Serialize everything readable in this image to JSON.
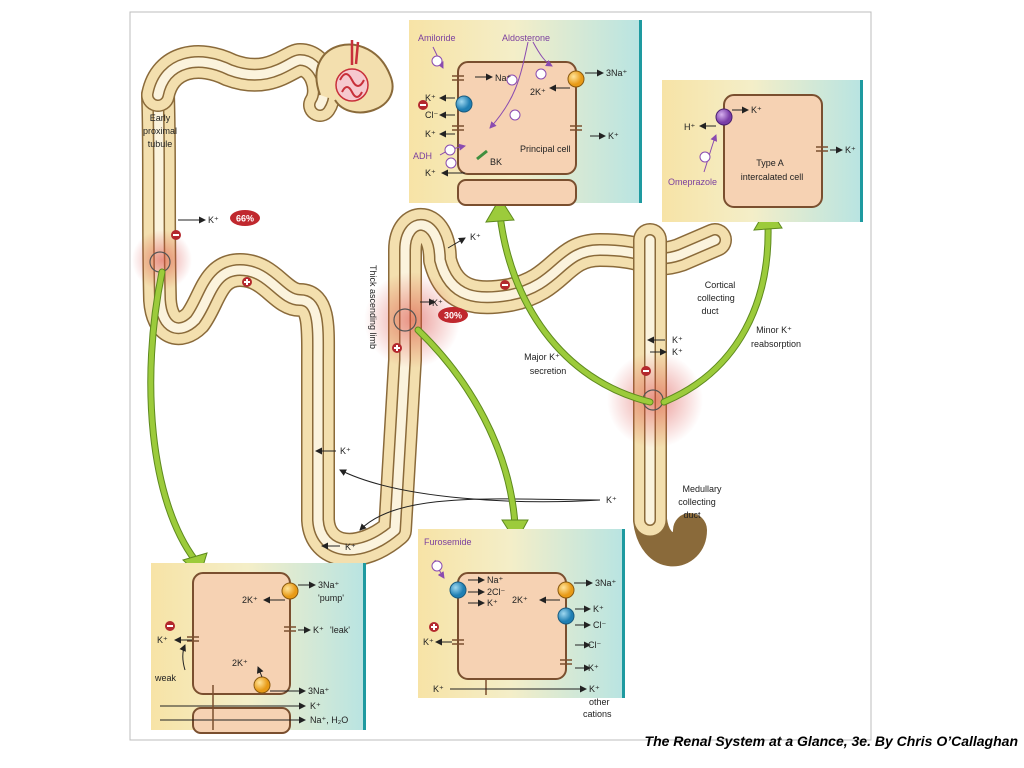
{
  "caption": "The Renal System at a Glance, 3e. By Chris O’Callaghan",
  "nephron": {
    "early_proximal_tubule": [
      "Early",
      "proximal",
      "tubule"
    ],
    "thick_ascending_limb": "Thick ascending limb",
    "cortical_collecting_duct": [
      "Cortical",
      "collecting",
      "duct"
    ],
    "medullary_collecting_duct": [
      "Medullary",
      "collecting",
      "duct"
    ],
    "major_k_secretion": [
      "Major K⁺",
      "secretion"
    ],
    "minor_k_reabsorption": [
      "Minor K⁺",
      "reabsorption"
    ],
    "k": "K⁺",
    "pct_proximal": "66%",
    "pct_loop": "30%"
  },
  "principal_cell": {
    "amiloride": "Amiloride",
    "aldosterone": "Aldosterone",
    "adh": "ADH",
    "na": "Na⁺",
    "three_na": "3Na⁺",
    "two_k": "2K⁺",
    "k": "K⁺",
    "cl": "Cl⁻",
    "bk": "BK",
    "title": "Principal cell"
  },
  "intercalated_cell": {
    "k": "K⁺",
    "h": "H⁺",
    "omeprazole": "Omeprazole",
    "title": [
      "Type A",
      "intercalated cell"
    ]
  },
  "proximal_cell": {
    "three_na": "3Na⁺",
    "pump": "'pump'",
    "two_k": "2K⁺",
    "k": "K⁺",
    "leak": "'leak'",
    "weak": "weak",
    "na_h2o": "Na⁺, H₂O"
  },
  "loop_cell": {
    "furosemide": "Furosemide",
    "na": "Na⁺",
    "two_cl": "2Cl⁻",
    "k": "K⁺",
    "three_na": "3Na⁺",
    "two_k": "2K⁺",
    "cl": "Cl⁻",
    "other_cations": [
      "other",
      "cations"
    ]
  }
}
